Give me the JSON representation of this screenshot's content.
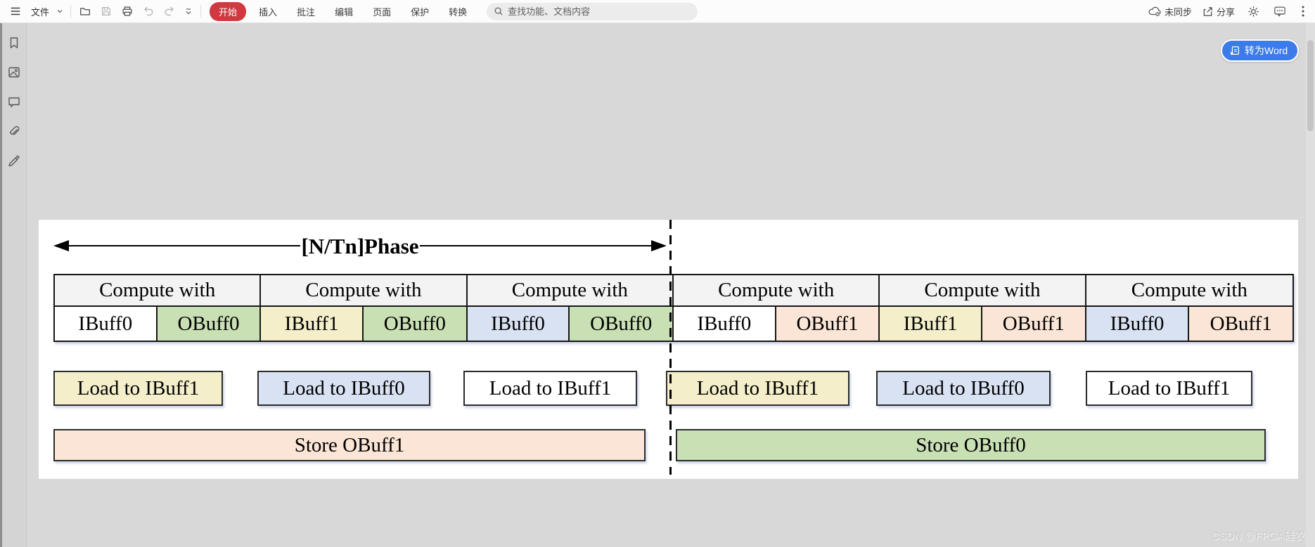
{
  "toolbar": {
    "file_menu": "文件",
    "active_tab": "开始",
    "tabs": [
      "插入",
      "批注",
      "编辑",
      "页面",
      "保护",
      "转换"
    ],
    "search_placeholder": "查找功能、文档内容",
    "sync_status": "未同步",
    "share_label": "分享"
  },
  "page_actions": {
    "convert_to_word": "转为Word"
  },
  "diagram": {
    "phase_label": "[N/Tn]Phase",
    "compute_header": "Compute with",
    "compute_groups": [
      {
        "input": "IBuff0",
        "input_color": "#ffffff",
        "output": "OBuff0",
        "output_color": "#c9e0b4"
      },
      {
        "input": "IBuff1",
        "input_color": "#f4efca",
        "output": "OBuff0",
        "output_color": "#c9e0b4"
      },
      {
        "input": "IBuff0",
        "input_color": "#d9e2f3",
        "output": "OBuff0",
        "output_color": "#c9e0b4"
      },
      {
        "input": "IBuff0",
        "input_color": "#ffffff",
        "output": "OBuff1",
        "output_color": "#fbe5d6"
      },
      {
        "input": "IBuff1",
        "input_color": "#f4efca",
        "output": "OBuff1",
        "output_color": "#fbe5d6"
      },
      {
        "input": "IBuff0",
        "input_color": "#d9e2f3",
        "output": "OBuff1",
        "output_color": "#fbe5d6"
      }
    ],
    "load_boxes": [
      {
        "label": "Load to IBuff1",
        "color": "#f4efca"
      },
      {
        "label": "Load to IBuff0",
        "color": "#d9e2f3"
      },
      {
        "label": "Load to IBuff1",
        "color": "#ffffff"
      },
      {
        "label": "Load to IBuff1",
        "color": "#f4efca"
      },
      {
        "label": "Load to IBuff0",
        "color": "#d9e2f3"
      },
      {
        "label": "Load to IBuff1",
        "color": "#ffffff"
      }
    ],
    "store_boxes": [
      {
        "label": "Store OBuff1",
        "color": "#fbe5d6"
      },
      {
        "label": "Store OBuff0",
        "color": "#c9e0b4"
      }
    ]
  },
  "watermark": "CSDN @FPGA硅农",
  "colors": {
    "accent_red": "#d0393f",
    "accent_blue": "#3c7bea",
    "canvas_gray": "#d8d8d8"
  },
  "icons": {
    "left_toolbar": [
      "menu-icon",
      "folder-open-icon",
      "save-icon",
      "print-icon",
      "undo-icon",
      "redo-icon",
      "collapse-toolbar-icon"
    ],
    "right_toolbar": [
      "cloud-unsynced-icon",
      "share-icon",
      "gear-icon",
      "comment-icon",
      "kebab-menu-icon"
    ],
    "sidebar": [
      "bookmark-icon",
      "image-icon",
      "comment-bubble-icon",
      "paperclip-icon",
      "signature-icon"
    ]
  }
}
